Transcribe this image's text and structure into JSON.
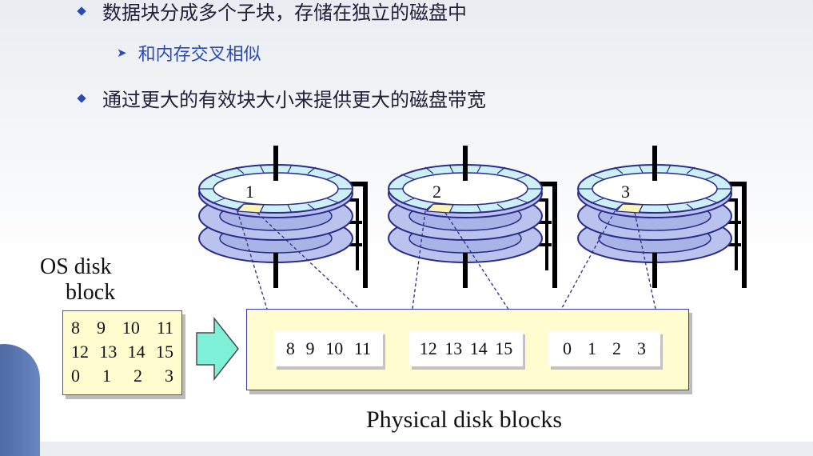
{
  "bullets": {
    "b1": "数据块分成多个子块，存储在独立的磁盘中",
    "b2": "和内存交叉相似",
    "b3": "通过更大的有效块大小来提供更大的磁盘带宽"
  },
  "os_label": {
    "line1": "OS disk",
    "line2": "block"
  },
  "os_block_rows": [
    [
      "8",
      "9",
      "10",
      "11"
    ],
    [
      "12",
      "13",
      "14",
      "15"
    ],
    [
      "0",
      "1",
      "2",
      "3"
    ]
  ],
  "disk_labels": [
    "1",
    "2",
    "3"
  ],
  "physical_blocks": [
    [
      "8",
      "9",
      "10",
      "11"
    ],
    [
      "12",
      "13",
      "14",
      "15"
    ],
    [
      "0",
      "1",
      "2",
      "3"
    ]
  ],
  "caption": "Physical disk blocks",
  "colors": {
    "platter_fill": "#b9c3ee",
    "ring_fill": "#cdeff6",
    "highlight": "#fbf6b8",
    "bullet": "#2a49b8",
    "arrow": "#7ff0d8"
  }
}
